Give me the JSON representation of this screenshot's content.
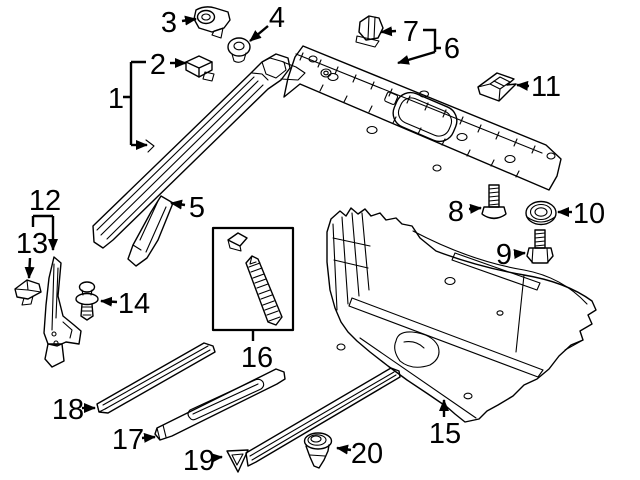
{
  "diagram": {
    "kind": "exploded-parts-diagram",
    "background_color": "#ffffff",
    "line_color": "#000000",
    "callouts": [
      {
        "label": "1"
      },
      {
        "label": "2"
      },
      {
        "label": "3"
      },
      {
        "label": "4"
      },
      {
        "label": "5"
      },
      {
        "label": "6"
      },
      {
        "label": "7"
      },
      {
        "label": "8"
      },
      {
        "label": "9"
      },
      {
        "label": "10"
      },
      {
        "label": "11"
      },
      {
        "label": "12"
      },
      {
        "label": "13"
      },
      {
        "label": "14"
      },
      {
        "label": "15"
      },
      {
        "label": "16"
      },
      {
        "label": "17"
      },
      {
        "label": "18"
      },
      {
        "label": "19"
      },
      {
        "label": "20"
      }
    ]
  }
}
